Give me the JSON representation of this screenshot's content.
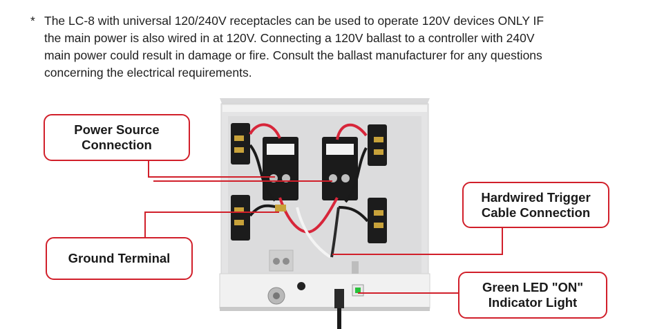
{
  "note": {
    "star": "*",
    "lines": [
      "The LC-8 with universal 120/240V receptacles can be used to operate 120V devices ONLY IF",
      "the main power is also wired in at 120V. Connecting a 120V ballast to a controller with 240V",
      "main power could result in damage or fire. Consult the ballast manufacturer for any questions",
      "concerning the electrical requirements."
    ]
  },
  "callouts": {
    "power_source": [
      "Power Source",
      "Connection"
    ],
    "ground_terminal": "Ground Terminal",
    "trigger_cable": [
      "Hardwired Trigger",
      "Cable Connection"
    ],
    "green_led": [
      "Green LED \"ON\"",
      "Indicator Light"
    ]
  },
  "colors": {
    "callout_border": "#d11f2a",
    "leader_line": "#d11f2a",
    "enclosure": "#e9e9ea",
    "contactor": "#1b1b1b",
    "led": "#28c13b"
  }
}
